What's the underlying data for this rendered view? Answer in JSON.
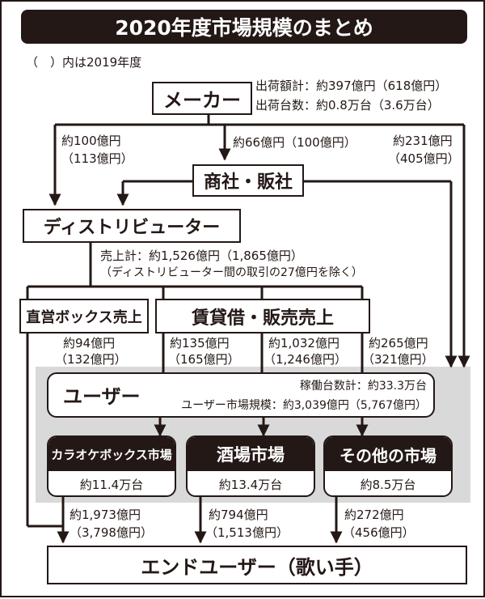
{
  "title": "2020年度市場規模のまとめ",
  "note": "（　）内は2019年度",
  "maker": {
    "label": "メーカー",
    "ship_value": "出荷額計：約397億円（618億円）",
    "ship_units": "出荷台数：約0.8万台（3.6万台）"
  },
  "flows": {
    "maker_to_distributor": {
      "value": "約100億円",
      "prev": "（113億円）"
    },
    "maker_to_trading": {
      "value": "約66億円（100億円）"
    },
    "maker_to_user": {
      "value": "約231億円",
      "prev": "（405億円）"
    }
  },
  "trading": {
    "label": "商社・販社"
  },
  "distributor": {
    "label": "ディストリビューター",
    "sales_total": "売上計：約1,526億円（1,865億円）",
    "sales_note": "（ディストリビューター間の取引の27億円を除く）"
  },
  "direct": {
    "label": "直営ボックス売上",
    "value": "約94億円",
    "prev": "（132億円）"
  },
  "rental": {
    "label": "賃貸借・販売売上",
    "left_value": "約135億円",
    "left_prev": "（165億円）",
    "right_value": "約1,032億円",
    "right_prev": "（1,246億円）"
  },
  "trading_to_user": {
    "value": "約265億円",
    "prev": "（321億円）"
  },
  "user": {
    "label": "ユーザー",
    "units": "稼働台数計：約33.3万台",
    "market": "ユーザー市場規模：約3,039億円（5,767億円）"
  },
  "markets": {
    "karaoke": {
      "label": "カラオケボックス市場",
      "units": "約11.4万台"
    },
    "bar": {
      "label": "酒場市場",
      "units": "約13.4万台"
    },
    "other": {
      "label": "その他の市場",
      "units": "約8.5万台"
    }
  },
  "to_end": {
    "karaoke": {
      "value": "約1,973億円",
      "prev": "（3,798億円）"
    },
    "bar": {
      "value": "約794億円",
      "prev": "（1,513億円）"
    },
    "other": {
      "value": "約272億円",
      "prev": "（456億円）"
    }
  },
  "end_user": {
    "label": "エンドユーザー（歌い手）"
  },
  "colors": {
    "ink": "#231815",
    "panel": "#d9d9d9",
    "background": "#ffffff"
  }
}
